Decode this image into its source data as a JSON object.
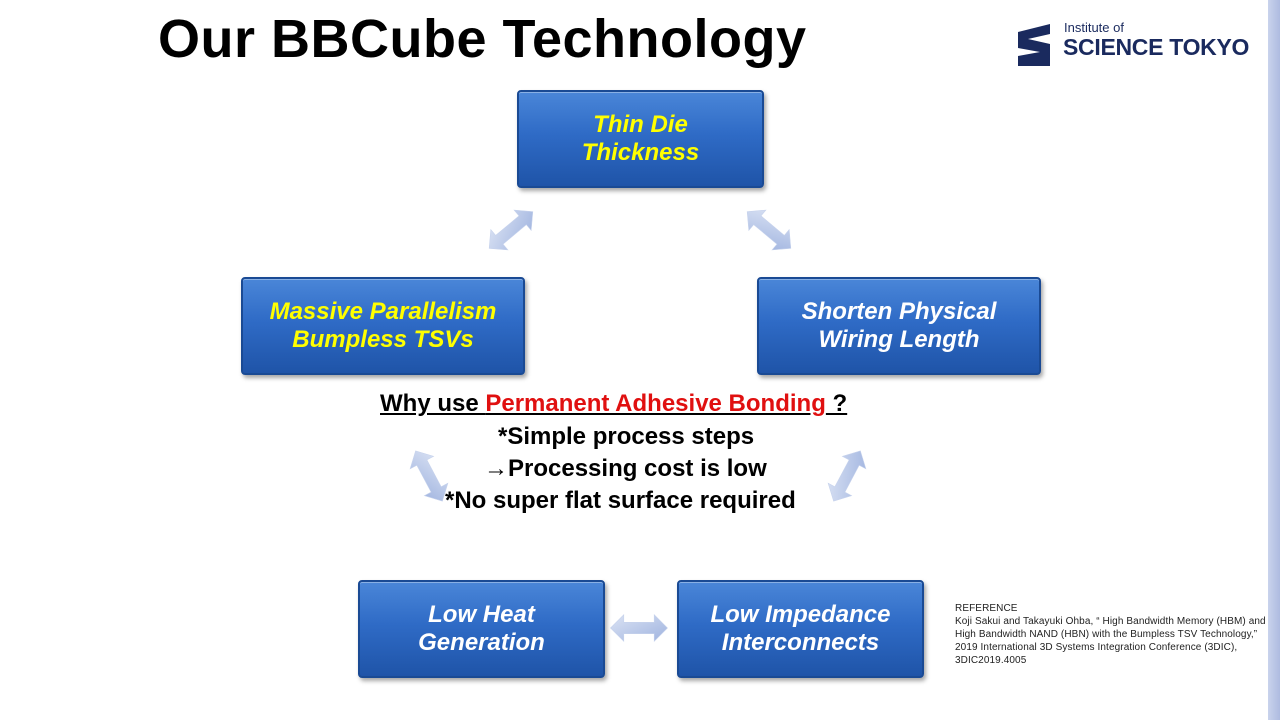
{
  "title": "Our BBCube Technology",
  "logo": {
    "small": "Institute of",
    "big": "SCIENCE TOKYO"
  },
  "boxes": {
    "top": "Thin Die\nThickness",
    "left": "Massive Parallelism\nBumpless TSVs",
    "right": "Shorten Physical\nWiring Length",
    "bottom_left": "Low Heat\nGeneration",
    "bottom_right": "Low Impedance\nInterconnects"
  },
  "center": {
    "why_prefix": "Why use ",
    "why_highlight": "Permanent Adhesive Bonding",
    "why_suffix": " ?",
    "line1": "*Simple process steps",
    "line2": "→Processing cost is low",
    "line3": "*No super flat surface required"
  },
  "reference": {
    "heading": "REFERENCE",
    "text": "Koji Sakui and Takayuki Ohba, “ High Bandwidth Memory (HBM) and High Bandwidth NAND (HBN) with the Bumpless TSV Technology,” 2019 International 3D Systems Integration Conference (3DIC), 3DIC2019.4005"
  },
  "colors": {
    "box_blue": "#2f6bc6",
    "highlight_yellow": "#ffff00",
    "highlight_red": "#e01010",
    "arrow": "#b4c4e6"
  }
}
